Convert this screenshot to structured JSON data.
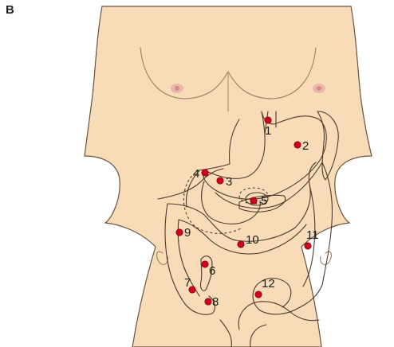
{
  "panel_letter": "B",
  "colors": {
    "skin": "#f7dcb7",
    "skin_shadow": "#ecc497",
    "outline": "#4a3a2c",
    "point": "#d0021b",
    "nipple": "#e2a7a0"
  },
  "points": [
    {
      "label": "1"
    },
    {
      "label": "2"
    },
    {
      "label": "3"
    },
    {
      "label": "4"
    },
    {
      "label": "5"
    },
    {
      "label": "6"
    },
    {
      "label": "7"
    },
    {
      "label": "8"
    },
    {
      "label": "9"
    },
    {
      "label": "10"
    },
    {
      "label": "11"
    },
    {
      "label": "12"
    }
  ]
}
